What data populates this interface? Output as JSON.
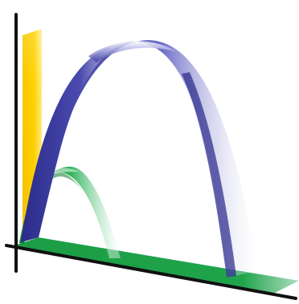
{
  "figure": {
    "kind": "3d-parabolic-arcs-illustration",
    "colors": {
      "background": "#ffffff",
      "axis": "#111111",
      "wall": "#f7c600",
      "large_arc": "#2f2f8f",
      "small_arc": "#21a34a",
      "ground_band": "#1aa24a"
    },
    "elements": [
      "vertical-axis",
      "horizontal-axis",
      "yellow-wall",
      "green-ground-band",
      "large-blue-arc",
      "small-green-arc"
    ]
  }
}
